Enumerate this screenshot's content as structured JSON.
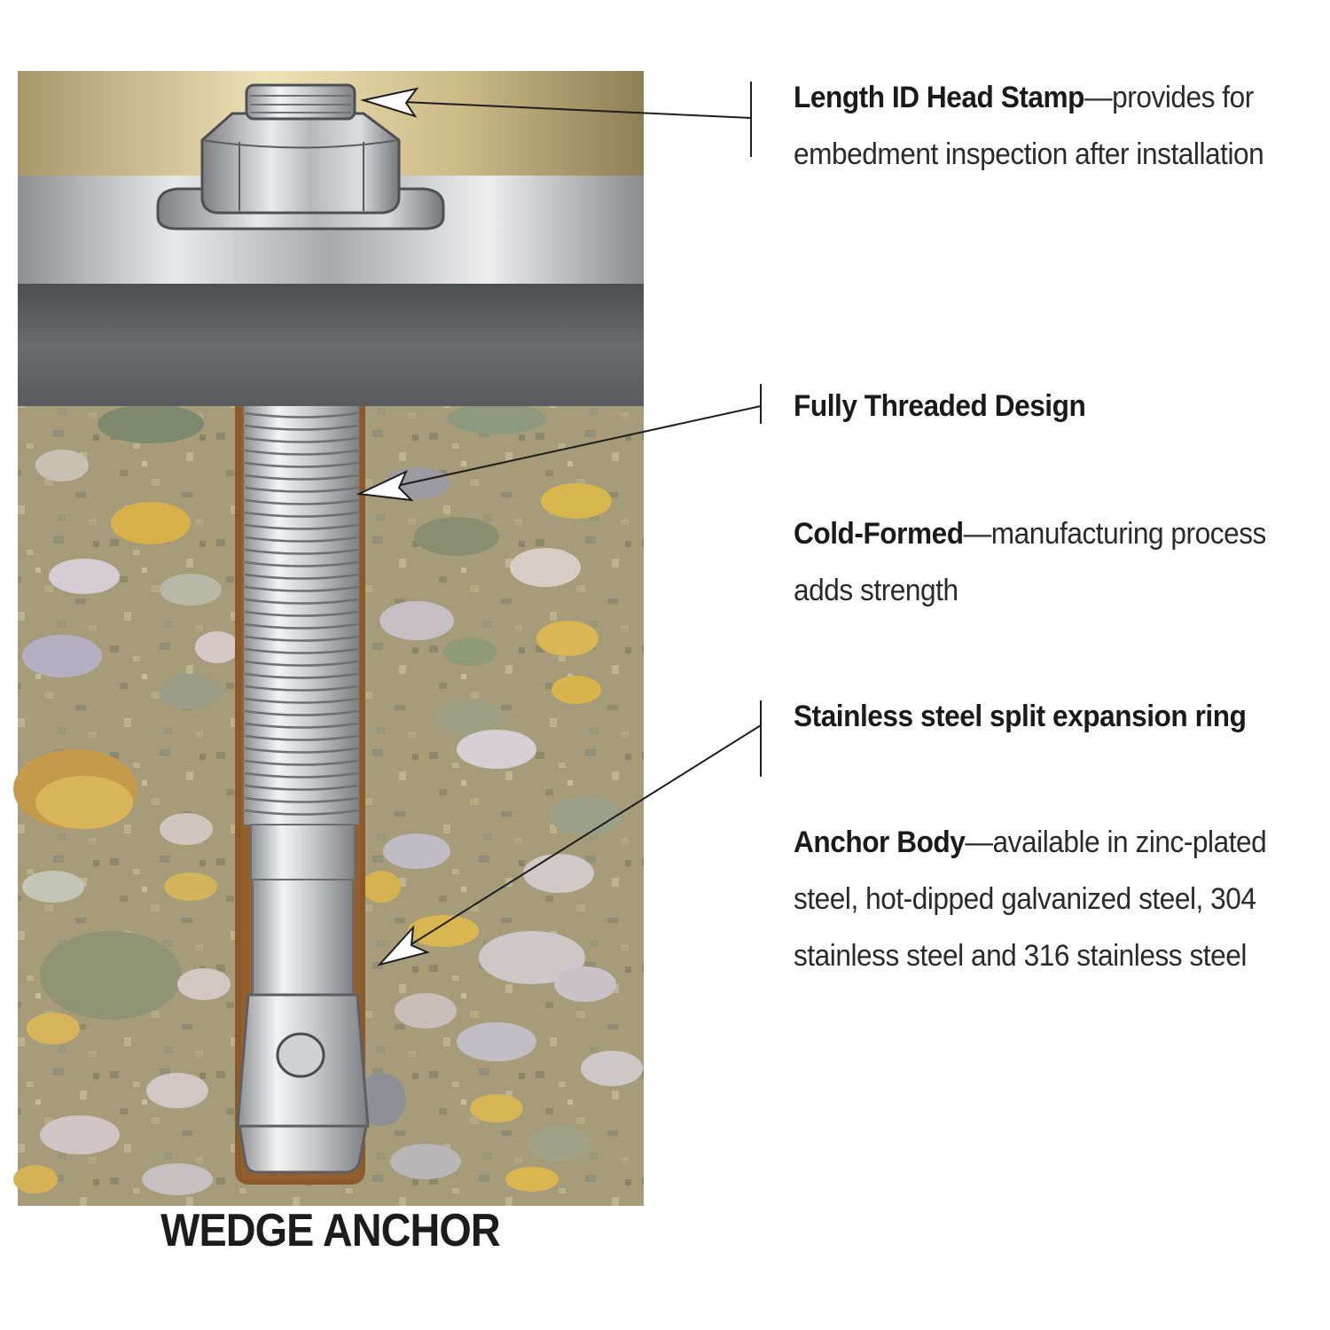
{
  "title": "WEDGE ANCHOR",
  "callouts": [
    {
      "bold": "Length ID Head Stamp",
      "text": "—provides for embedment inspection after installation",
      "points_to": "head-stamp"
    },
    {
      "bold": "Fully Threaded Design",
      "text": "",
      "points_to": "threads"
    },
    {
      "bold": "Cold-Formed",
      "text": "—manufacturing process adds strength",
      "points_to": ""
    },
    {
      "bold": "Stainless steel split expansion ring",
      "text": "",
      "points_to": "expansion-ring"
    },
    {
      "bold": "Anchor Body",
      "text": "—available in zinc-plated steel, hot-dipped galvanized steel, 304 stainless steel and 316 stainless steel",
      "points_to": ""
    }
  ],
  "colors": {
    "fixture_tan": "#c4b27e",
    "steel_plate": "#b4b6b8",
    "dark_band": "#5e5f62",
    "concrete": "#a59a76",
    "drill_hole": "#8a5a2a",
    "bolt_steel": "#c8cacd"
  },
  "icons": [
    "arrow-icon"
  ]
}
